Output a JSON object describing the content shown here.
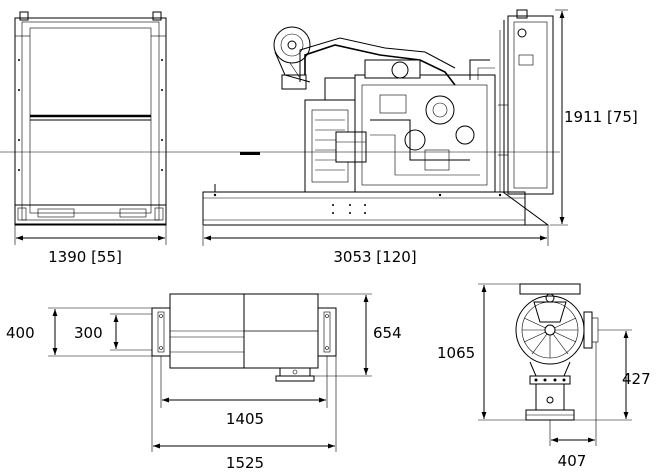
{
  "labels": {
    "front_width": "1390 [55]",
    "side_length": "3053 [120]",
    "side_height": "1911 [75]",
    "muffler_400": "400",
    "muffler_300": "300",
    "muffler_654": "654",
    "muffler_1405": "1405",
    "muffler_1525": "1525",
    "elbow_1065": "1065",
    "elbow_427": "427",
    "elbow_407": "407"
  },
  "colors": {
    "line": "#000000",
    "background": "#ffffff"
  }
}
